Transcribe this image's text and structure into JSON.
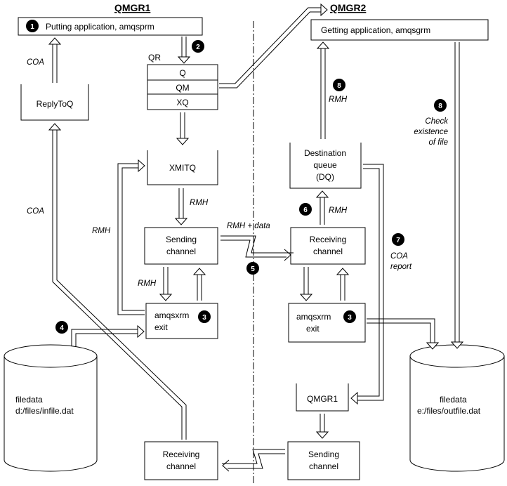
{
  "header": {
    "qmgr1": "QMGR1",
    "qmgr2": "QMGR2"
  },
  "nodes": {
    "putting_app": "Putting application, amqsprm",
    "getting_app": "Getting application, amqsgrm",
    "replytoq": "ReplyToQ",
    "qr_label": "QR",
    "qr_rows": [
      "Q",
      "QM",
      "XQ"
    ],
    "xmitq": "XMITQ",
    "sending_channel_1": [
      "Sending",
      "channel"
    ],
    "amqsxrm_exit_1": [
      "amqsxrm",
      "exit"
    ],
    "filedata_in": [
      "filedata",
      "d:/files/infile.dat"
    ],
    "receiving_channel_1": [
      "Receiving",
      "channel"
    ],
    "destination_queue": [
      "Destination",
      "queue",
      "(DQ)"
    ],
    "receiving_channel_2": [
      "Receiving",
      "channel"
    ],
    "amqsxrm_exit_2": [
      "amqsxrm",
      "exit"
    ],
    "qmgr1_queue": "QMGR1",
    "sending_channel_2": [
      "Sending",
      "channel"
    ],
    "filedata_out": [
      "filedata",
      "e:/files/outfile.dat"
    ]
  },
  "labels": {
    "coa_top": "COA",
    "coa_mid": "COA",
    "rmh_left": "RMH",
    "rmh_xmitq": "RMH",
    "rmh_exit": "RMH",
    "rmh_data": "RMH + data",
    "rmh_8": "RMH",
    "rmh_6": "RMH",
    "check_existence": [
      "Check",
      "existence",
      "of file"
    ],
    "coa_report": [
      "COA",
      "report"
    ]
  },
  "steps": {
    "s1": "1",
    "s2": "2",
    "s3a": "3",
    "s3b": "3",
    "s4": "4",
    "s5": "5",
    "s6": "6",
    "s7": "7",
    "s8a": "8",
    "s8b": "8"
  }
}
